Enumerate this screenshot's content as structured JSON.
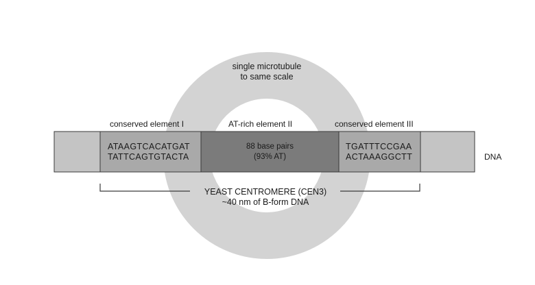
{
  "diagram": {
    "microtubule_label": [
      "single microtubule",
      "to same scale"
    ],
    "element_labels": {
      "element1": "conserved element I",
      "element2": "AT-rich element II",
      "element3": "conserved element III"
    },
    "element1_sequence": [
      "ATAAGTCACATGAT",
      "TATTCAGTGTACTA"
    ],
    "element2_text": [
      "88 base pairs",
      "(93% AT)"
    ],
    "element3_sequence": [
      "TGATTTCCGAA",
      "ACTAAAGGCTT"
    ],
    "dna_label": "DNA",
    "bracket_label": [
      "YEAST CENTROMERE (CEN3)",
      "~40 nm of B-form DNA"
    ]
  },
  "colors": {
    "ring": "#d3d3d3",
    "dna_outer": "#c4c4c4",
    "element1_fill": "#a9a9a9",
    "element2_fill": "#7b7b7b",
    "element3_fill": "#a9a9a9",
    "line": "#3a3a3a"
  }
}
